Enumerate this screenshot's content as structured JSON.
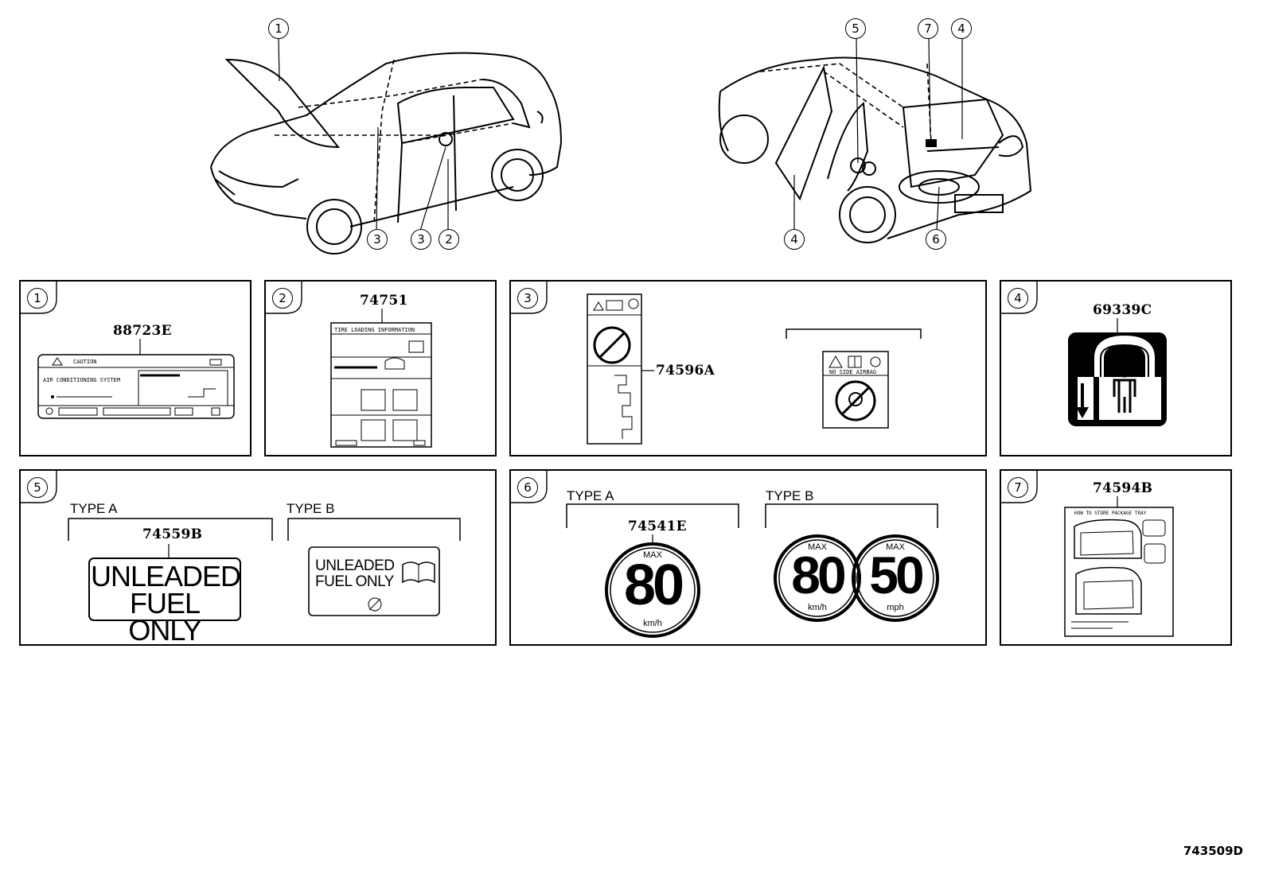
{
  "callouts_car1": [
    "1",
    "3",
    "3",
    "2"
  ],
  "callouts_car2": [
    "5",
    "7",
    "4",
    "4",
    "6"
  ],
  "panels": [
    {
      "num": "1",
      "part": "88723E",
      "label_caution": "CAUTION",
      "label_system": "AIR CONDITIONING SYSTEM"
    },
    {
      "num": "2",
      "part": "74751",
      "label_header": "TIRE LOADING INFORMATION"
    },
    {
      "num": "3",
      "part": "74596A",
      "label_text": "NO SIDE AIRBAG"
    },
    {
      "num": "4",
      "part": "69339C"
    },
    {
      "num": "5",
      "type_a": "TYPE A",
      "type_b": "TYPE B",
      "part": "74559B",
      "fuel_line1": "UNLEADED",
      "fuel_line2": "FUEL ONLY"
    },
    {
      "num": "6",
      "type_a": "TYPE A",
      "type_b": "TYPE B",
      "part": "74541E",
      "max": "MAX",
      "speed_a": "80",
      "unit_kmh": "km/h",
      "speed_b1": "80",
      "speed_b2": "50",
      "unit_mph": "mph"
    },
    {
      "num": "7",
      "part": "74594B",
      "label_header": "HOW TO STORE PACKAGE TRAY"
    }
  ],
  "figure_id": "743509D"
}
